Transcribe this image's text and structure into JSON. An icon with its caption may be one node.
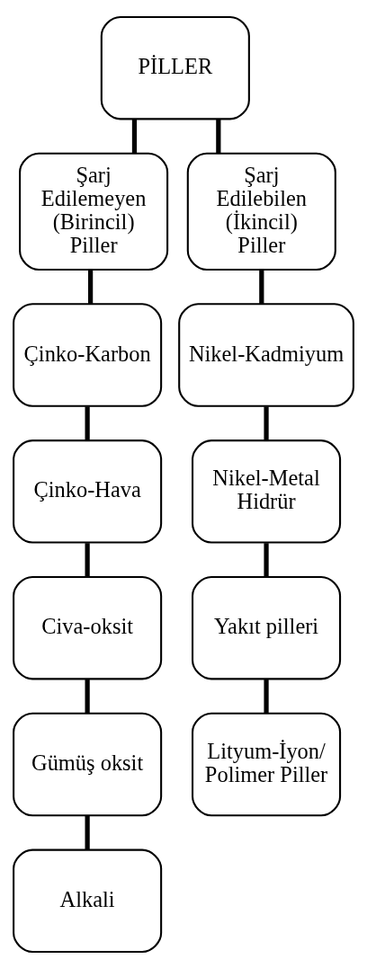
{
  "diagram": {
    "nodes": [
      {
        "text": [
          "PİLLER"
        ]
      },
      {
        "text": [
          "Şarj Edilemeyen (Birincil) Piller"
        ]
      },
      {
        "text": [
          "Çinko-Karbon"
        ]
      },
      {
        "text": [
          "Çinko-Hava"
        ]
      },
      {
        "text": [
          "Civa-oksit"
        ]
      },
      {
        "text": [
          "Gümüş oksit"
        ]
      },
      {
        "text": [
          "Alkali"
        ]
      },
      {
        "text": [
          "Şarj Edilebilen (İkincil) Piller"
        ]
      },
      {
        "text": [
          "Nikel-Kadmiyum"
        ]
      },
      {
        "text": [
          "Nikel-Metal Hidrür"
        ]
      },
      {
        "text": [
          "Yakıt pilleri"
        ]
      },
      {
        "text": [
          "Lityum-İyon/ Polimer Piller"
        ]
      }
    ],
    "edges": [
      {
        "from": 0,
        "to": 1,
        "arrow": "none"
      },
      {
        "from": 0,
        "to": 7,
        "arrow": "none"
      },
      {
        "from": 1,
        "to": 2,
        "arrow": "none"
      },
      {
        "from": 2,
        "to": 3,
        "arrow": "none"
      },
      {
        "from": 3,
        "to": 4,
        "arrow": "none"
      },
      {
        "from": 4,
        "to": 5,
        "arrow": "none"
      },
      {
        "from": 5,
        "to": 6,
        "arrow": "none"
      },
      {
        "from": 7,
        "to": 8,
        "arrow": "none"
      },
      {
        "from": 8,
        "to": 9,
        "arrow": "none"
      },
      {
        "from": 9,
        "to": 10,
        "arrow": "none"
      },
      {
        "from": 10,
        "to": 11,
        "arrow": "none"
      }
    ]
  }
}
